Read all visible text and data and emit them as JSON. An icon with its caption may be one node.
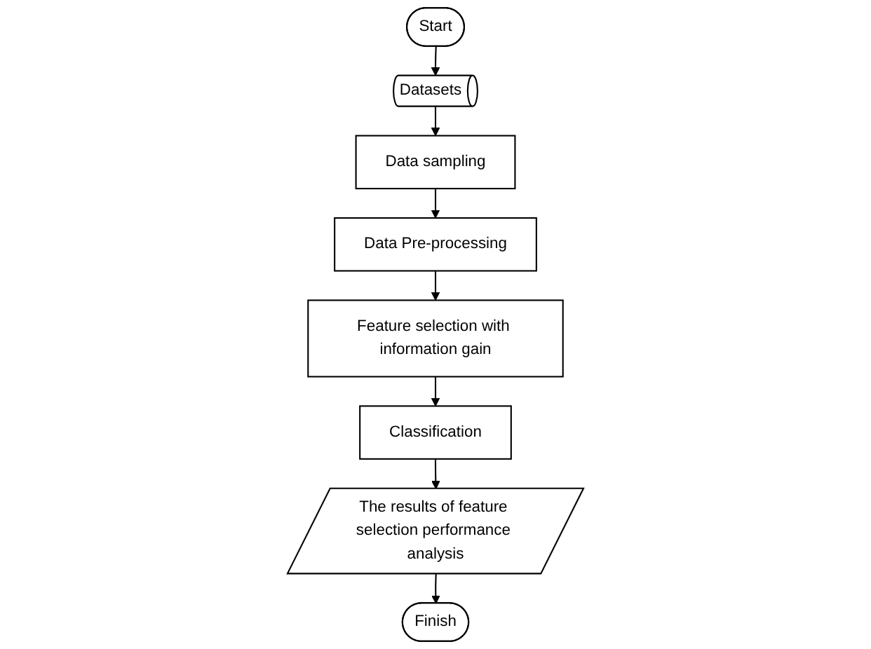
{
  "diagram": {
    "nodes": [
      {
        "text": [
          "Start"
        ]
      },
      {
        "text": [
          "Datasets"
        ]
      },
      {
        "text": [
          "Data sampling"
        ]
      },
      {
        "text": [
          "Data Pre-processing"
        ]
      },
      {
        "text": [
          "Feature selection with information gain"
        ]
      },
      {
        "text": [
          "Classification"
        ]
      },
      {
        "text": [
          "The results of feature selection performance analysis"
        ]
      },
      {
        "text": [
          "Finish"
        ]
      }
    ],
    "edges": [
      {
        "from": 0,
        "to": 1,
        "arrow": "to"
      },
      {
        "from": 1,
        "to": 2,
        "arrow": "to"
      },
      {
        "from": 2,
        "to": 3,
        "arrow": "to"
      },
      {
        "from": 3,
        "to": 4,
        "arrow": "to"
      },
      {
        "from": 4,
        "to": 5,
        "arrow": "to"
      },
      {
        "from": 5,
        "to": 6,
        "arrow": "to"
      },
      {
        "from": 6,
        "to": 7,
        "arrow": "to"
      }
    ]
  }
}
